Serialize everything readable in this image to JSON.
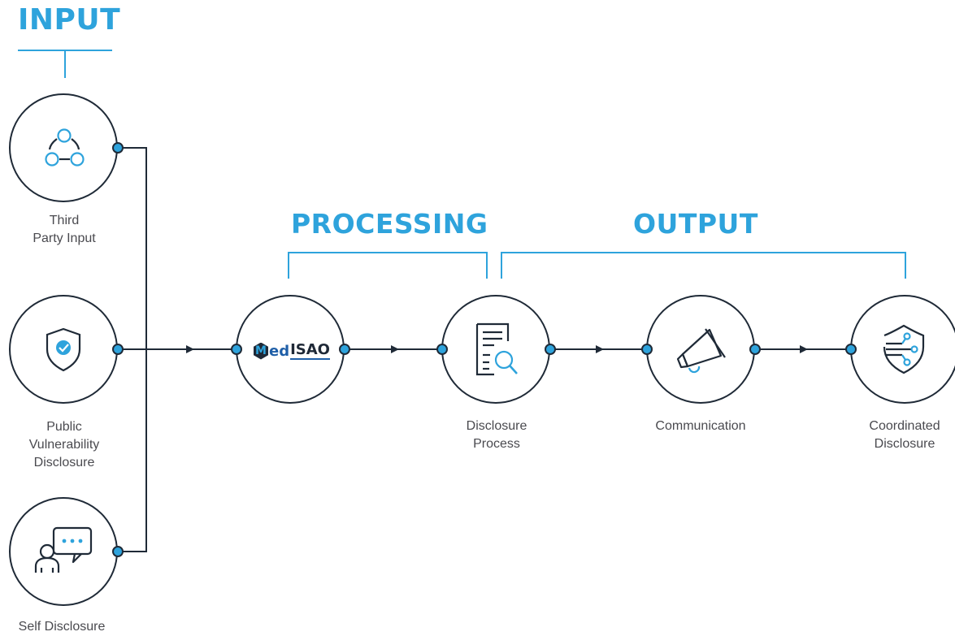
{
  "headings": {
    "input": "INPUT",
    "processing": "PROCESSING",
    "output": "OUTPUT"
  },
  "inputs": [
    {
      "label_lines": [
        "Third",
        "Party Input"
      ],
      "icon": "network-nodes-icon"
    },
    {
      "label_lines": [
        "Public",
        "Vulnerability",
        "Disclosure"
      ],
      "icon": "shield-check-icon"
    },
    {
      "label_lines": [
        "Self Disclosure"
      ],
      "icon": "person-chat-icon"
    }
  ],
  "steps": [
    {
      "label_lines": [],
      "icon": "medisao-logo"
    },
    {
      "label_lines": [
        "Disclosure",
        "Process"
      ],
      "icon": "document-search-icon"
    },
    {
      "label_lines": [
        "Communication"
      ],
      "icon": "megaphone-icon"
    },
    {
      "label_lines": [
        "Coordinated",
        "Disclosure"
      ],
      "icon": "shield-circuit-icon"
    }
  ],
  "logo": {
    "m": "M",
    "ed": "ed",
    "isao": "ISAO"
  },
  "colors": {
    "accent": "#2ea3dc",
    "line": "#1f2a37",
    "text": "#4a4a4f"
  }
}
